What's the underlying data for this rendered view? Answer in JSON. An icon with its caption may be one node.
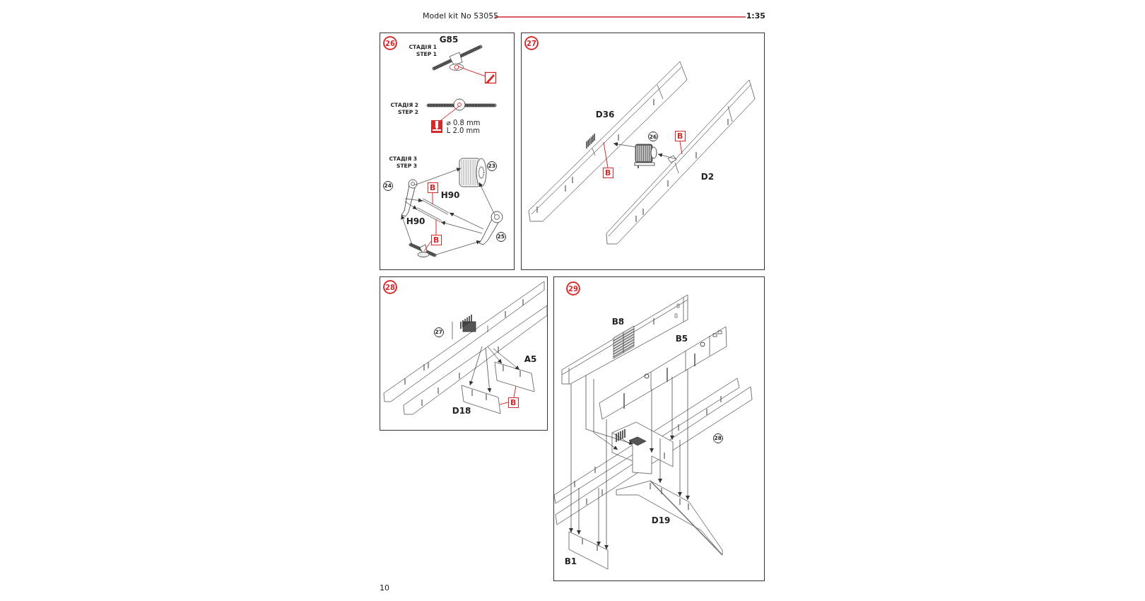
{
  "diagram": {
    "nodes": [
      {
        "text": [
          "26"
        ]
      },
      {
        "text": [],
        "shape": "picture",
        "beside": [
          "G85"
        ],
        "in": 0
      },
      {
        "text": [],
        "shape": "picture",
        "in": 0
      },
      {
        "text": [],
        "shape": "picture",
        "in": 0
      },
      {
        "text": [],
        "shape": "picture",
        "beside": [
          "⌀ 0.8 mm",
          "L  2.0 mm"
        ],
        "in": 0
      },
      {
        "text": [],
        "shape": "picture",
        "beside": [
          "23"
        ],
        "in": 0
      },
      {
        "text": [],
        "shape": "picture",
        "beside": [
          "24"
        ],
        "in": 0
      },
      {
        "text": [],
        "shape": "picture",
        "beside": [
          "25"
        ],
        "in": 0
      },
      {
        "text": [],
        "shape": "picture",
        "beside": [
          "H90"
        ],
        "in": 0
      },
      {
        "text": [],
        "shape": "picture",
        "beside": [
          "H90"
        ],
        "in": 0
      },
      {
        "text": [
          "B"
        ],
        "in": 0
      },
      {
        "text": [
          "B"
        ],
        "in": 0
      },
      {
        "text": [],
        "shape": "picture",
        "in": 0
      },
      {
        "text": [
          "27"
        ]
      },
      {
        "text": [],
        "shape": "picture",
        "beside": [
          "D36"
        ],
        "in": 13
      },
      {
        "text": [],
        "shape": "picture",
        "beside": [
          "D2"
        ],
        "in": 13
      },
      {
        "text": [],
        "shape": "picture",
        "in": 13
      },
      {
        "text": [
          "B"
        ],
        "in": 13
      },
      {
        "text": [
          "B"
        ],
        "in": 13
      },
      {
        "text": [
          "28"
        ]
      },
      {
        "text": [],
        "shape": "picture",
        "beside": [
          "27"
        ],
        "in": 19
      },
      {
        "text": [],
        "shape": "picture",
        "beside": [
          "A5"
        ],
        "in": 19
      },
      {
        "text": [],
        "shape": "picture",
        "beside": [
          "D18"
        ],
        "in": 19
      },
      {
        "text": [
          "B"
        ],
        "in": 19
      },
      {
        "text": [
          "29"
        ]
      },
      {
        "text": [],
        "shape": "picture",
        "beside": [
          "B8"
        ],
        "in": 24
      },
      {
        "text": [],
        "shape": "picture",
        "beside": [
          "B5"
        ],
        "in": 24
      },
      {
        "text": [],
        "shape": "picture",
        "beside": [
          "28"
        ],
        "in": 24
      },
      {
        "text": [],
        "shape": "picture",
        "beside": [
          "D19"
        ],
        "in": 24
      },
      {
        "text": [],
        "shape": "picture",
        "beside": [
          "B1"
        ],
        "in": 24
      }
    ],
    "edges": [
      {
        "from": 2,
        "to": 1,
        "arrow": "none",
        "color": "#d42a2a"
      },
      {
        "from": 4,
        "to": 3,
        "arrow": "none",
        "color": "#d42a2a"
      },
      {
        "from": 6,
        "to": 5,
        "arrow": "to"
      },
      {
        "from": 7,
        "to": 5,
        "arrow": "to"
      },
      {
        "from": 6,
        "to": 8,
        "arrow": "to"
      },
      {
        "from": 6,
        "to": 9,
        "arrow": "to"
      },
      {
        "from": 7,
        "to": 8,
        "arrow": "to"
      },
      {
        "from": 7,
        "to": 9,
        "arrow": "to"
      },
      {
        "from": 12,
        "to": 6,
        "arrow": "to"
      },
      {
        "from": 12,
        "to": 7,
        "arrow": "to"
      },
      {
        "from": 10,
        "to": 8,
        "arrow": "none",
        "color": "#d42a2a"
      },
      {
        "from": 11,
        "to": 9,
        "arrow": "none",
        "color": "#d42a2a"
      },
      {
        "from": 11,
        "to": 12,
        "arrow": "none",
        "color": "#d42a2a"
      },
      {
        "from": 16,
        "to": 14,
        "arrow": "to"
      },
      {
        "from": 15,
        "to": 16,
        "arrow": "to"
      },
      {
        "from": 17,
        "to": 14,
        "arrow": "none",
        "color": "#d42a2a"
      },
      {
        "from": 18,
        "to": 15,
        "arrow": "none",
        "color": "#d42a2a"
      },
      {
        "from": 20,
        "to": 22,
        "arrow": "to"
      },
      {
        "from": 20,
        "to": 22,
        "arrow": "to"
      },
      {
        "from": 20,
        "to": 21,
        "arrow": "to"
      },
      {
        "from": 20,
        "to": 21,
        "arrow": "to"
      },
      {
        "from": 23,
        "to": 21,
        "arrow": "none",
        "color": "#d42a2a"
      },
      {
        "from": 23,
        "to": 22,
        "arrow": "none",
        "color": "#d42a2a"
      },
      {
        "from": 25,
        "to": 29,
        "arrow": "to"
      },
      {
        "from": 27,
        "to": 29,
        "arrow": "to"
      },
      {
        "from": 27,
        "to": 29,
        "arrow": "to"
      },
      {
        "from": 26,
        "to": 29,
        "arrow": "to"
      },
      {
        "from": 25,
        "to": 27,
        "arrow": "to"
      },
      {
        "from": 25,
        "to": 27,
        "arrow": "to"
      },
      {
        "from": 26,
        "to": 27,
        "arrow": "to"
      },
      {
        "from": 26,
        "to": 27,
        "arrow": "to"
      },
      {
        "from": 26,
        "to": 28,
        "arrow": "to"
      },
      {
        "from": 27,
        "to": 28,
        "arrow": "to"
      },
      {
        "from": 27,
        "to": 28,
        "arrow": "to"
      }
    ],
    "labels": [
      "Model kit No 53055",
      "1:35",
      "СТАДІЯ 1",
      "STEP 1",
      "СТАДІЯ 2",
      "STEP 2",
      "СТАДІЯ 3",
      "STEP 3",
      "10",
      "26"
    ]
  }
}
